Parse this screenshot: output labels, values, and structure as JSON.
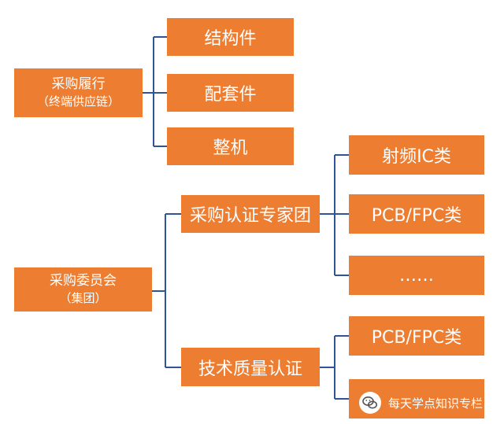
{
  "diagram": {
    "purchase_fulfillment": {
      "title": "采购履行",
      "subtitle": "（终端供应链）",
      "children": [
        "结构件",
        "配套件",
        "整机"
      ]
    },
    "purchase_committee": {
      "title": "采购委员会",
      "subtitle": "（集团）",
      "children": [
        {
          "label": "采购认证专家团",
          "children": [
            "射频IC类",
            "PCB/FPC类",
            "……"
          ]
        },
        {
          "label": "技术质量认证",
          "children": [
            "PCB/FPC类",
            ""
          ]
        }
      ]
    }
  },
  "watermark": {
    "text": "每天学点知识专栏",
    "icon": "wechat-icon"
  },
  "colors": {
    "box": "#ED7D31",
    "connector": "#2E5597",
    "text": "#FFFFFF"
  }
}
